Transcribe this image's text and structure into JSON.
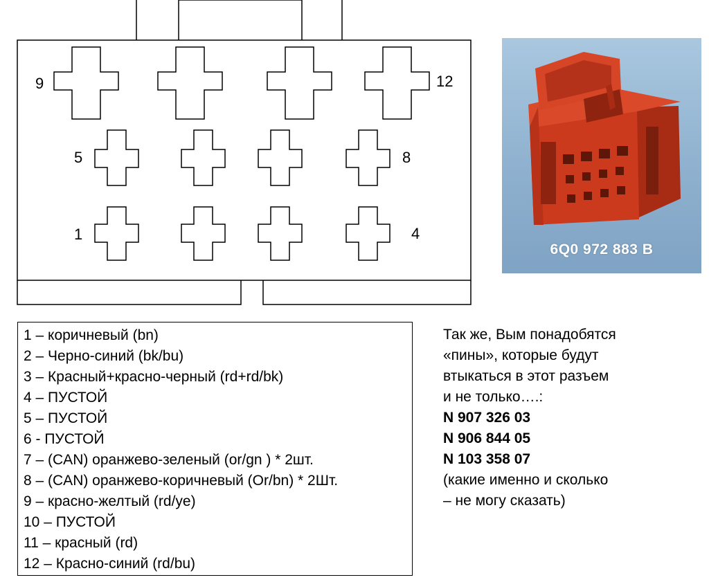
{
  "diagram": {
    "pin_labels": {
      "p9": "9",
      "p12": "12",
      "p5": "5",
      "p8": "8",
      "p1": "1",
      "p4": "4"
    }
  },
  "photo": {
    "part_number": "6Q0 972 883 B",
    "colors": {
      "connector": "#cc3a1e",
      "connector_dark": "#8e2410",
      "background": "#9fbfdb"
    }
  },
  "legend": [
    "1 – коричневый (bn)",
    "2 – Черно-синий (bk/bu)",
    "3 –  Красный+красно-черный (rd+rd/bk)",
    "4 – ПУСТОЙ",
    "5 – ПУСТОЙ",
    "6 - ПУСТОЙ",
    "7 – (CAN) оранжево-зеленый (or/gn ) * 2шт.",
    "8 – (CAN) оранжево-коричневый (Or/bn) * 2Шт.",
    "9 – красно-желтый (rd/ye)",
    "10 – ПУСТОЙ",
    "11 – красный (rd)",
    "12 – Красно-синий (rd/bu)"
  ],
  "note": {
    "lines": [
      "Так же, Вым понадобятся",
      "«пины», которые будут",
      "втыкаться в этот разъем",
      "и не только….:"
    ],
    "parts": [
      "N 907 326 03",
      "N 906 844 05",
      "N 103 358 07"
    ],
    "footer": [
      "(какие именно и сколько",
      "– не могу сказать)"
    ]
  }
}
